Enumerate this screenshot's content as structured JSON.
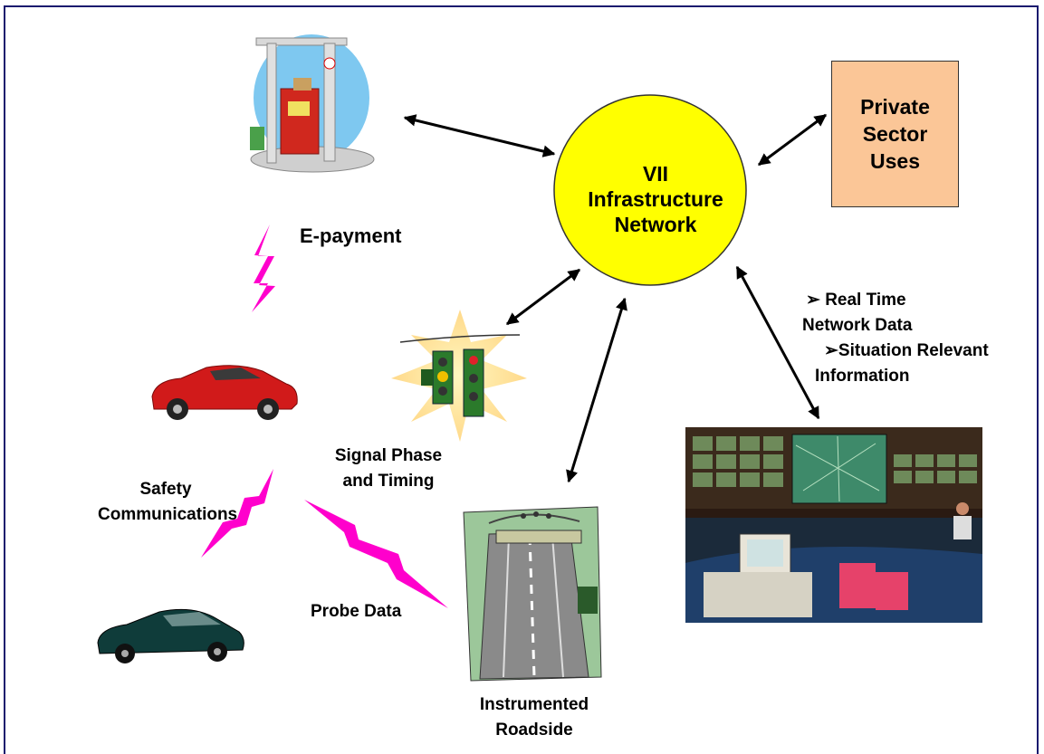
{
  "hub": {
    "line1": "VII",
    "line2": "Infrastructure",
    "line3": "Network"
  },
  "private_sector": {
    "line1": "Private",
    "line2": "Sector",
    "line3": "Uses"
  },
  "labels": {
    "epayment": "E-payment",
    "signal_line1": "Signal Phase",
    "signal_line2": "and Timing",
    "safety_line1": "Safety",
    "safety_line2": "Communications",
    "probe": "Probe Data",
    "roadside_line1": "Instrumented",
    "roadside_line2": "Roadside",
    "realtime_line1": "Real Time",
    "realtime_line2": "Network Data",
    "situation_line1": "Situation Relevant",
    "situation_line2": "Information"
  },
  "bullet_glyph": "➢",
  "colors": {
    "hub_fill": "#ffff00",
    "private_fill": "#fbc697",
    "lightning": "#ff00cc",
    "frame": "#1a1a6e",
    "arrow": "#000000"
  },
  "icons": [
    "gas-pump-icon",
    "traffic-light-icon",
    "red-car-icon",
    "dark-car-icon",
    "highway-icon",
    "control-room-image"
  ]
}
